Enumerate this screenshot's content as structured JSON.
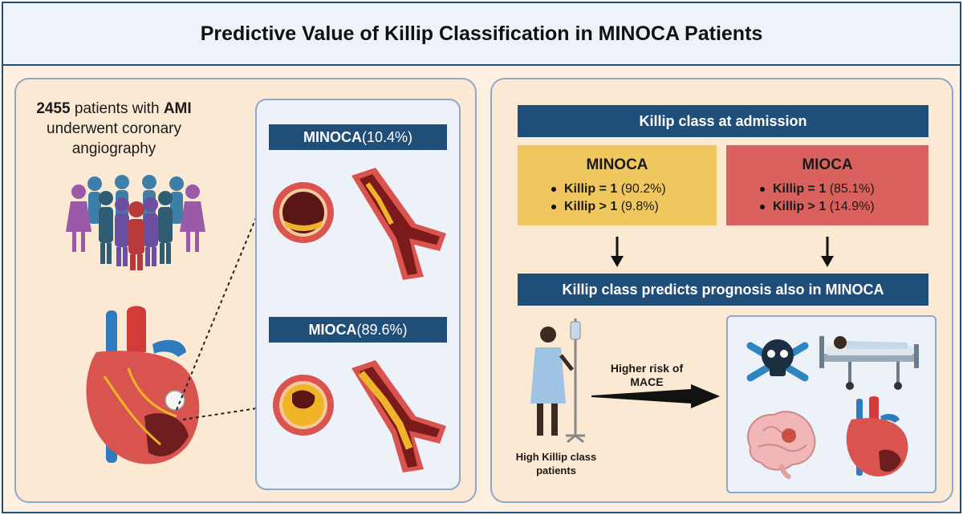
{
  "title": "Predictive Value of Killip Classification in MINOCA Patients",
  "intro": {
    "count": "2455",
    "text1": " patients with ",
    "ami": "AMI",
    "text2": " underwent coronary angiography"
  },
  "left_inner": {
    "minoca_label": "MINOCA",
    "minoca_pct": " (10.4%)",
    "mioca_label": "MIOCA",
    "mioca_pct": " (89.6%)"
  },
  "right": {
    "header": "Killip class at admission",
    "minoca_box": {
      "title": "MINOCA",
      "items": [
        {
          "label": "Killip = 1",
          "value": " (90.2%)"
        },
        {
          "label": "Killip > 1",
          "value": " (9.8%)"
        }
      ]
    },
    "mioca_box": {
      "title": "MIOCA",
      "items": [
        {
          "label": "Killip = 1",
          "value": " (85.1%)"
        },
        {
          "label": "Killip > 1",
          "value": " (14.9%)"
        }
      ]
    },
    "prognosis_banner": "Killip class predicts prognosis also in MINOCA",
    "arrow_label": "Higher risk of MACE",
    "patient_label": "High Killip class patients"
  },
  "colors": {
    "navy": "#1f4e79",
    "minoca_yellow": "#f0c75e",
    "mioca_red": "#d9625e",
    "panel_bg": "#fbe9d4",
    "inner_bg": "#edf1f8"
  }
}
